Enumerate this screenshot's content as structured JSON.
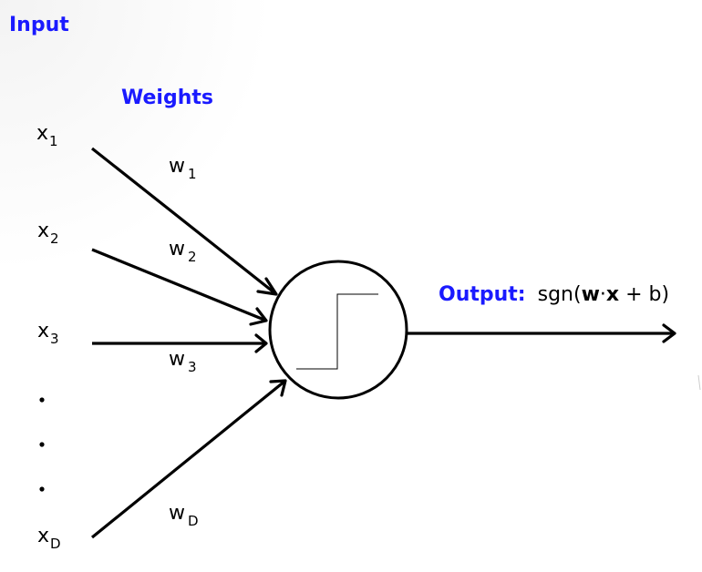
{
  "titles": {
    "input": "Input",
    "weights": "Weights",
    "output_label": "Output:",
    "output_formula_prefix": "sgn(",
    "output_formula_w": "w",
    "output_formula_dot": "·",
    "output_formula_x": "x",
    "output_formula_suffix": " + b)"
  },
  "inputs": [
    {
      "base": "x",
      "sub": "1"
    },
    {
      "base": "x",
      "sub": "2"
    },
    {
      "base": "x",
      "sub": "3"
    },
    {
      "base": "x",
      "sub": "D"
    }
  ],
  "weights": [
    {
      "base": "w",
      "sub": "1"
    },
    {
      "base": "w",
      "sub": "2"
    },
    {
      "base": "w",
      "sub": "3"
    },
    {
      "base": "w",
      "sub": "D"
    }
  ],
  "ellipsis": [
    "·",
    "·",
    "·"
  ],
  "activation": "step-function",
  "colors": {
    "title": "#1a1aff",
    "line": "#000000"
  }
}
